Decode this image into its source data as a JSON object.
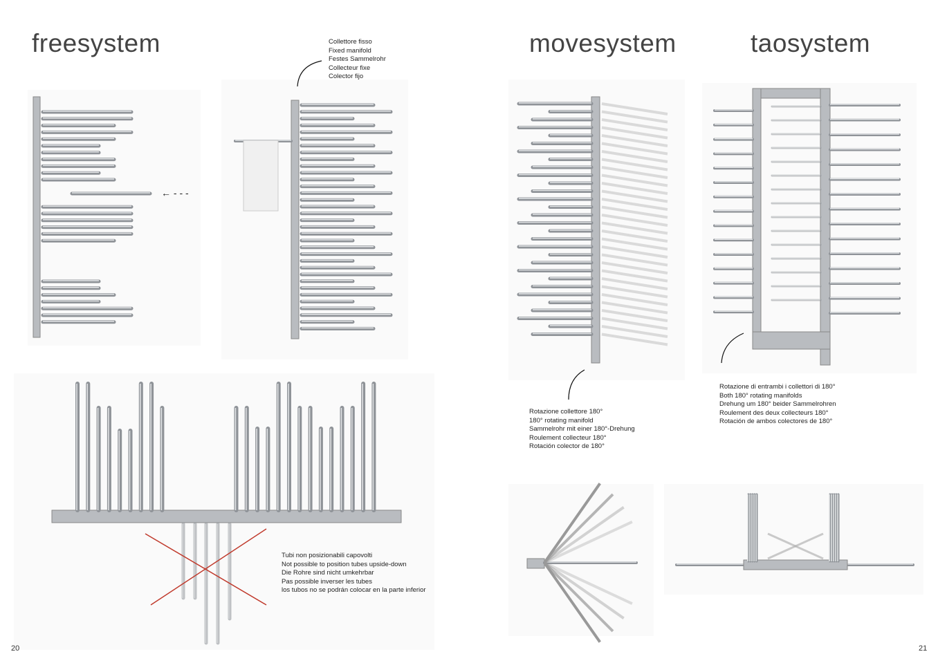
{
  "left_page": {
    "title": "freesystem",
    "page_number": "20",
    "fixed_manifold_caption": [
      "Collettore fisso",
      "Fixed manifold",
      "Festes Sammelrohr",
      "Collecteur fixe",
      "Colector fijo"
    ],
    "upside_down_caption": [
      "Tubi non posizionabili capovolti",
      "Not possible to position tubes upside-down",
      "Die Rohre sind nicht umkehrbar",
      "Pas possible inverser les tubes",
      "los tubos no se podrán colocar en la parte inferior"
    ]
  },
  "right_page": {
    "titles": [
      "movesystem",
      "taosystem"
    ],
    "page_number": "21",
    "movesystem_caption": [
      "Rotazione collettore 180°",
      "180° rotating manifold",
      "Sammelrohr mit einer 180°-Drehung",
      "Roulement collecteur 180°",
      "Rotación colector de 180°"
    ],
    "taosystem_caption": [
      "Rotazione di entrambi i collettori di 180°",
      "Both 180° rotating  manifolds",
      "Drehung um 180° beider Sammelrohren",
      "Roulement des deux collecteurs 180°",
      "Rotación de ambos colectores de 180°"
    ]
  },
  "colors": {
    "steel": "#b9bcc0",
    "cross": "#c0392b"
  }
}
